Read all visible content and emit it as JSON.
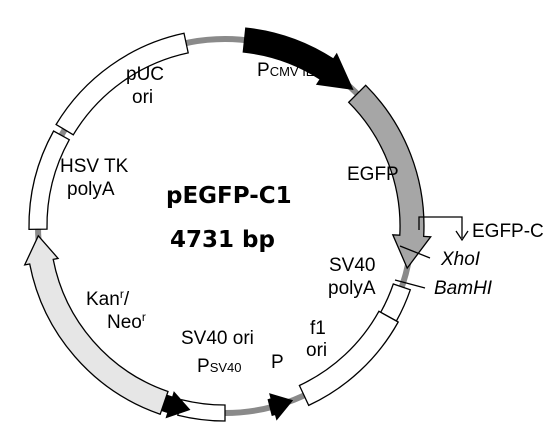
{
  "plasmid": {
    "name": "pEGFP-C1",
    "size": "4731 bp"
  },
  "features": {
    "pcmv": {
      "p": "P",
      "sub": "CMV IE"
    },
    "egfp": {
      "label": "EGFP"
    },
    "egfp_c": {
      "label": "EGFP-C"
    },
    "xhoi": {
      "label": "XhoI"
    },
    "bamhi": {
      "label": "BamHI"
    },
    "sv40_polya": {
      "line1": "SV40",
      "line2": "polyA"
    },
    "f1_ori": {
      "line1": "f1",
      "line2": "ori"
    },
    "p_promoter": {
      "label": "P"
    },
    "sv40_ori": {
      "line1": "SV40 ori",
      "p": "P",
      "sub": "SV40"
    },
    "kan_neo": {
      "line1_main": "Kan",
      "line1_sup": "r",
      "line1_end": "/",
      "line2_main": "Neo",
      "line2_sup": "r"
    },
    "hsv_tk_polya": {
      "line1": "HSV TK",
      "line2": "polyA"
    },
    "puc_ori": {
      "line1": "pUC",
      "line2": "ori"
    }
  },
  "colors": {
    "backbone": "#8a8a8a",
    "outline": "#000000",
    "egfp_fill": "#a6a6a6",
    "kan_fill": "#e6e6e6",
    "promoter_fill": "#000000",
    "box_fill": "#ffffff"
  }
}
